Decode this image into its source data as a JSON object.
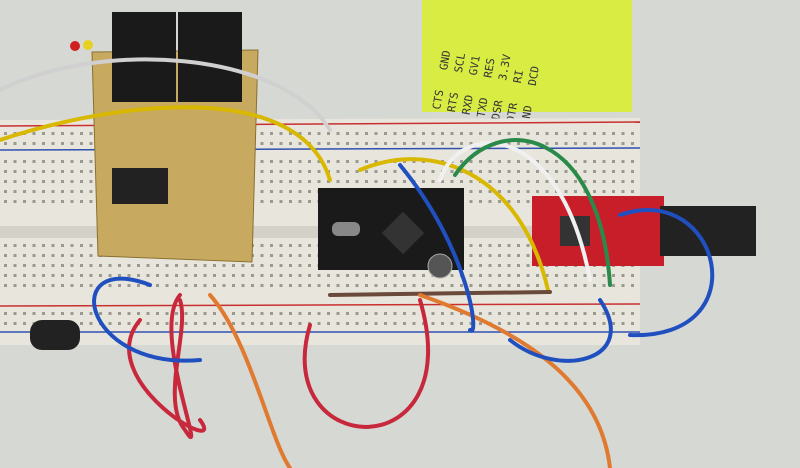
{
  "photo": {
    "subject": "breadboard-prototype",
    "sticky_note": {
      "left_column": [
        "CTS",
        "RTS",
        "RXD",
        "TXD",
        "DSR",
        "DTR",
        "GND"
      ],
      "right_column": [
        "GND",
        "SCL",
        "GV1",
        "RES",
        "3.3V",
        "RI",
        "DCD"
      ]
    },
    "colors": {
      "background": "#d6d8d4",
      "breadboard": "#e8e6dc",
      "sticky_note": "#d8ec44",
      "pcb": "#c8a960",
      "arduino": "#1a1a1a",
      "usb_adapter": "#c81e2a",
      "wire_yellow": "#d8b800",
      "wire_red": "#c8283c",
      "wire_blue": "#2050c0",
      "wire_orange": "#e07a30",
      "wire_white": "#f0f0f0",
      "wire_green": "#2a8a4a",
      "wire_brown": "#6a4a3a"
    }
  }
}
